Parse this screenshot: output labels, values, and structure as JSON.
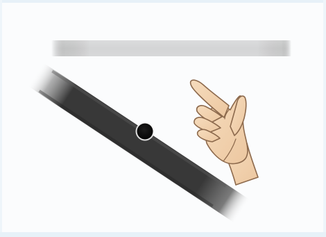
{
  "illustration": {
    "type": "touch-gesture-illustration",
    "icons": [
      "horizontal-bar",
      "diagonal-bar",
      "tap-point-icon",
      "pointing-hand-icon"
    ],
    "colors": {
      "background": "#fbfcfd",
      "frame": "#e7f1f8",
      "bar_dark": "#2d2d2d",
      "bar_mid": "#4a4a4a",
      "tap_point": "#0c0c0c",
      "tap_point_ring": "#ffffff",
      "skin": "#f1d1ae",
      "skin_outline": "#8d6a4d"
    }
  }
}
